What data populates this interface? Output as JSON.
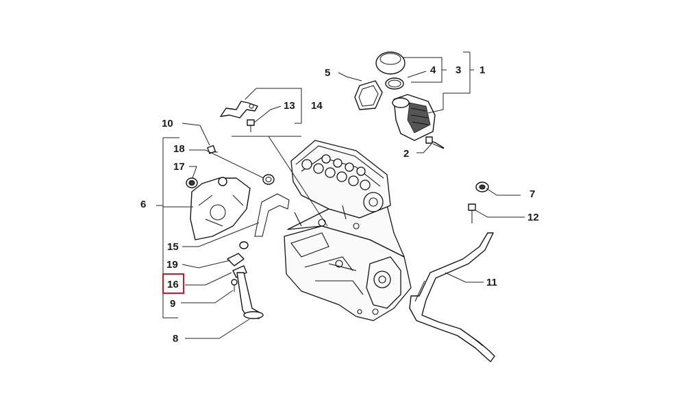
{
  "diagram": {
    "callouts": [
      "1",
      "2",
      "3",
      "4",
      "5",
      "6",
      "7",
      "8",
      "9",
      "10",
      "11",
      "12",
      "13",
      "14",
      "15",
      "16",
      "17",
      "18",
      "19"
    ],
    "highlighted_callout": "16",
    "highlight_color": "#d4161c",
    "line_color": "#222222"
  }
}
